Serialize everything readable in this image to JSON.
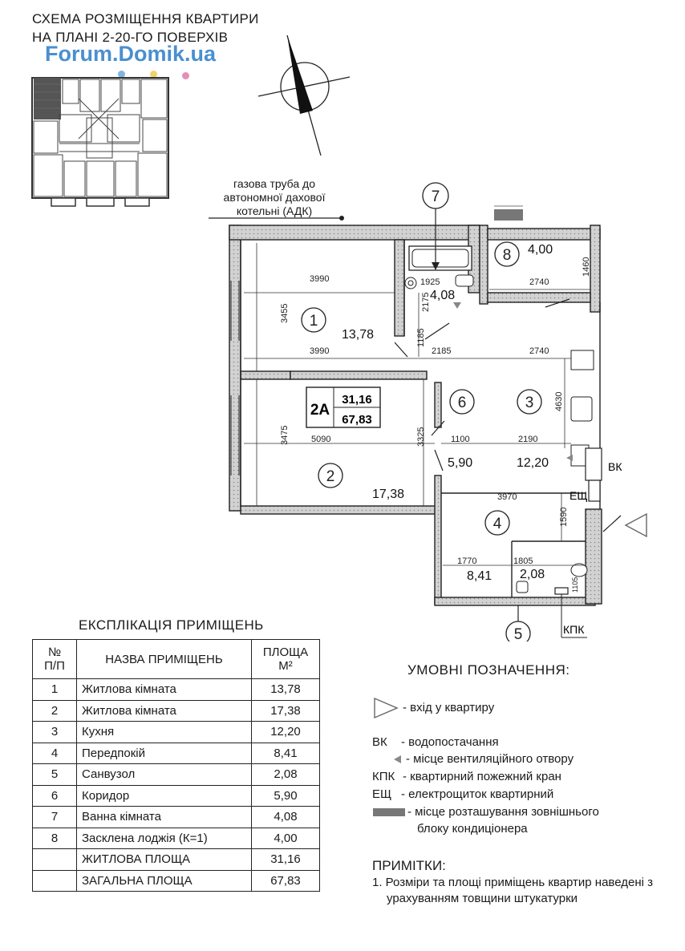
{
  "header": {
    "line1": "СХЕМА РОЗМІЩЕННЯ КВАРТИРИ",
    "line2": "НА ПЛАНІ 2-20-ГО ПОВЕРХІВ",
    "watermark": "Forum.Domik.ua"
  },
  "plan": {
    "annotation": [
      "газова труба до",
      "автономної дахової",
      "котельні (АДК)"
    ],
    "unit_id": "2A",
    "living_area": "31,16",
    "total_area": "67,83",
    "rooms": [
      {
        "num": "1",
        "area": "13,78"
      },
      {
        "num": "2",
        "area": "17,38"
      },
      {
        "num": "3",
        "area": "12,20"
      },
      {
        "num": "4",
        "area": ""
      },
      {
        "num": "5",
        "area": "2,08"
      },
      {
        "num": "6",
        "area": "5,90"
      },
      {
        "num": "7",
        "area": "4,08"
      },
      {
        "num": "8",
        "area": "4,00"
      }
    ],
    "hall_area": "8,41",
    "dimensions": [
      "3990",
      "3455",
      "3990",
      "1925",
      "2175",
      "1185",
      "2185",
      "2740",
      "2740",
      "1460",
      "4630",
      "3475",
      "5090",
      "3325",
      "1100",
      "2190",
      "3970",
      "1590",
      "1770",
      "1805",
      "1105"
    ],
    "equipment": {
      "vk": "ВК",
      "esch": "ЕЩ",
      "kpk": "КПК"
    }
  },
  "explication": {
    "title": "ЕКСПЛІКАЦІЯ ПРИМІЩЕНЬ",
    "headers": {
      "num": [
        "№",
        "П/П"
      ],
      "name": "НАЗВА ПРИМІЩЕНЬ",
      "area": [
        "ПЛОЩА",
        "М²"
      ]
    },
    "rows": [
      {
        "num": "1",
        "name": "Житлова кімната",
        "area": "13,78"
      },
      {
        "num": "2",
        "name": "Житлова кімната",
        "area": "17,38"
      },
      {
        "num": "3",
        "name": "Кухня",
        "area": "12,20"
      },
      {
        "num": "4",
        "name": "Передпокій",
        "area": "8,41"
      },
      {
        "num": "5",
        "name": "Санвузол",
        "area": "2,08"
      },
      {
        "num": "6",
        "name": "Коридор",
        "area": "5,90"
      },
      {
        "num": "7",
        "name": "Ванна кімната",
        "area": "4,08"
      },
      {
        "num": "8",
        "name": "Засклена лоджія (К=1)",
        "area": "4,00"
      }
    ],
    "totals": [
      {
        "name": "ЖИТЛОВА ПЛОЩА",
        "area": "31,16"
      },
      {
        "name": "ЗАГАЛЬНА ПЛОЩА",
        "area": "67,83"
      }
    ]
  },
  "legend": {
    "title": "УМОВНІ ПОЗНАЧЕННЯ:",
    "items": [
      {
        "symbol": "entry-triangle",
        "text": "- вхід у квартиру"
      },
      {
        "abbr": "ВК",
        "text": "- водопостачання"
      },
      {
        "symbol": "vent-arrow",
        "text": "- місце вентиляційного отвору"
      },
      {
        "abbr": "КПК",
        "text": "- квартирний пожежний кран"
      },
      {
        "abbr": "ЕЩ",
        "text": "- електрощиток квартирний"
      },
      {
        "symbol": "ac-unit-bar",
        "text": "- місце розташування зовнішнього",
        "text2": "блоку кондиціонера"
      }
    ]
  },
  "notes": {
    "title": "ПРИМІТКИ:",
    "line1": "1. Розміри та площі приміщень квартир наведені з",
    "line2": "урахуванням товщини штукатурки"
  },
  "colors": {
    "watermark": "#4a8fd0",
    "wall_hatch": "#bdbdbd",
    "ac_unit": "#777777"
  }
}
